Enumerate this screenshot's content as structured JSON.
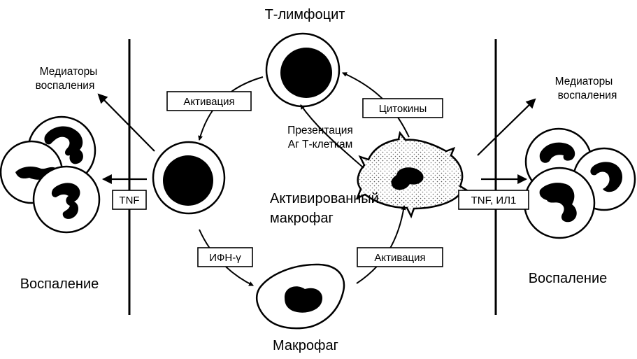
{
  "labels": {
    "t_lymphocyte": "Т-лимфоцит",
    "mediators_left_1": "Медиаторы",
    "mediators_left_2": "воспаления",
    "mediators_right_1": "Медиаторы",
    "mediators_right_2": "воспаления",
    "presentation_1": "Презентация",
    "presentation_2": "Аг Т-клеткам",
    "activated_macrophage_1": "Активированный",
    "activated_macrophage_2": "макрофаг",
    "macrophage": "Макрофаг",
    "inflammation_left": "Воспаление",
    "inflammation_right": "Воспаление"
  },
  "boxes": {
    "activation_top": "Активация",
    "cytokines": "Цитокины",
    "tnf_left": "TNF",
    "tnf_il1_right": "TNF, ИЛ1",
    "ifn_gamma": "ИФН-γ",
    "activation_bottom": "Активация"
  }
}
